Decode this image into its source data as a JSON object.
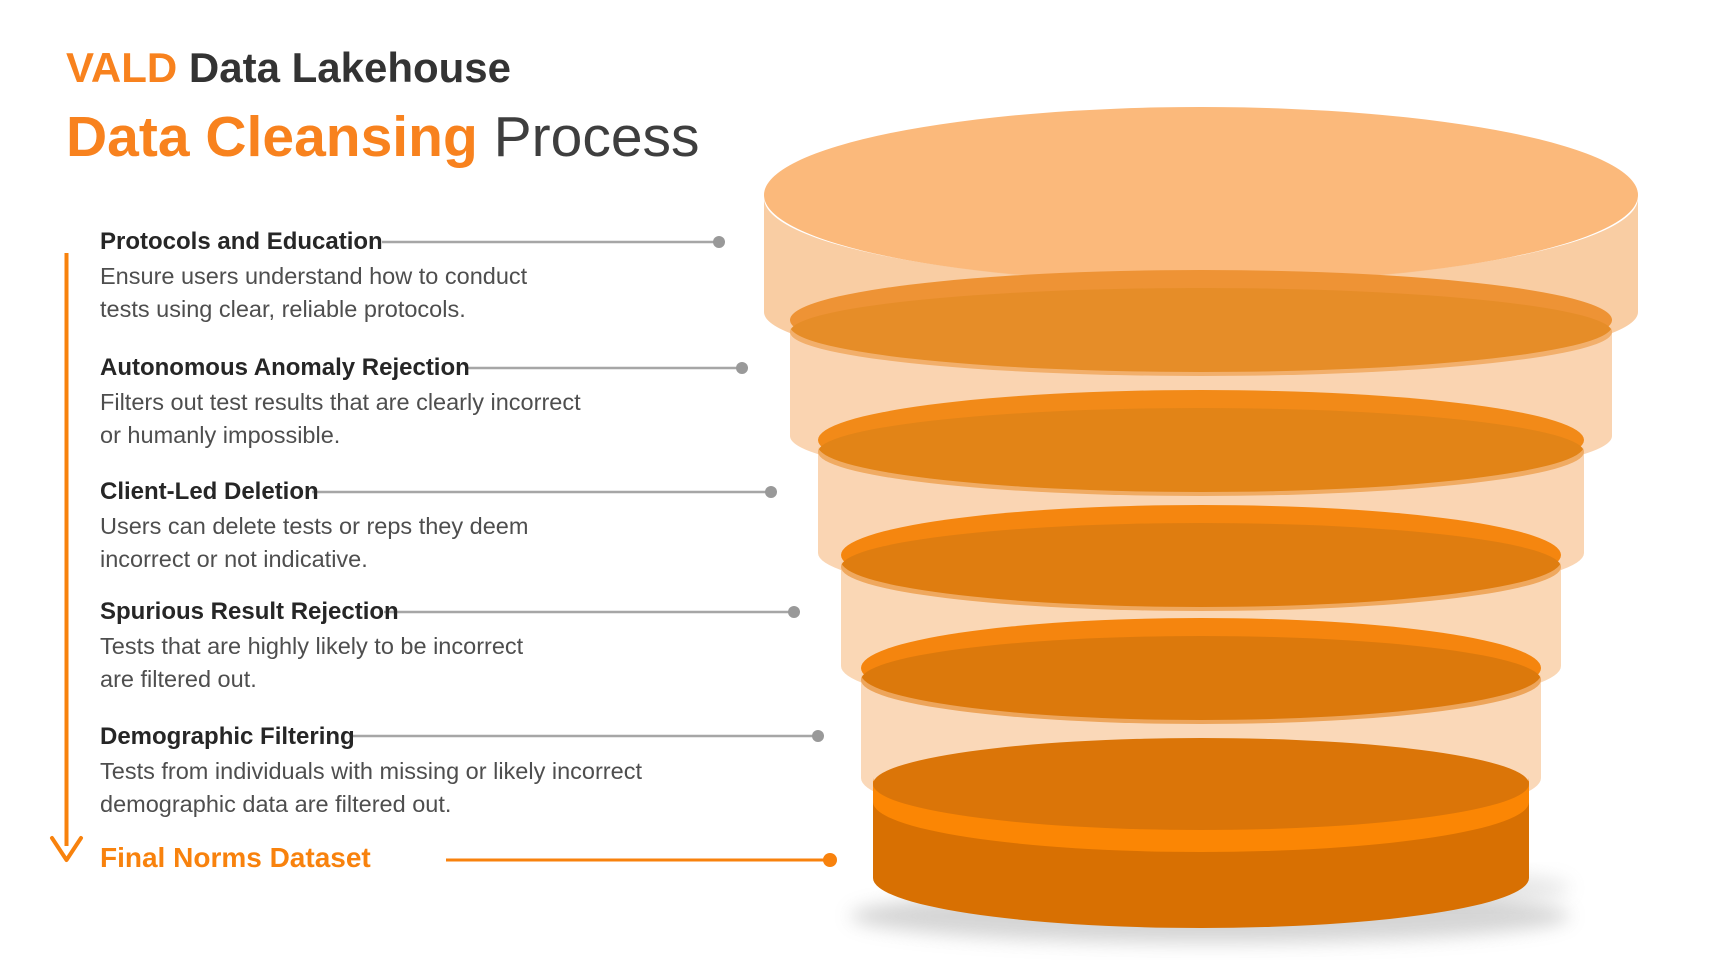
{
  "title": {
    "brand": "VALD",
    "brand_rest": "Data Lakehouse",
    "line2_accent": "Data Cleansing",
    "line2_rest": "Process"
  },
  "steps": [
    {
      "title": "Protocols and Education",
      "desc_line1": "Ensure users understand how to conduct",
      "desc_line2": "tests using clear, reliable protocols."
    },
    {
      "title": "Autonomous Anomaly Rejection",
      "desc_line1": "Filters out test results that are clearly incorrect",
      "desc_line2": "or humanly impossible."
    },
    {
      "title": "Client-Led Deletion",
      "desc_line1": "Users can delete tests or reps they deem",
      "desc_line2": "incorrect or not indicative."
    },
    {
      "title": "Spurious Result Rejection",
      "desc_line1": "Tests that are highly likely to be incorrect",
      "desc_line2": "are filtered out."
    },
    {
      "title": "Demographic Filtering",
      "desc_line1": "Tests from individuals with missing or likely incorrect",
      "desc_line2": "demographic data are filtered out."
    }
  ],
  "final_step": {
    "label": "Final Norms Dataset"
  },
  "colors": {
    "accent_orange": "#F8821E",
    "heading_text": "#262626",
    "body_text": "#4E4E4E",
    "connector_gray": "#A6A6A6",
    "dot_gray": "#999999"
  },
  "funnel": {
    "description": "Six stacked translucent orange disks forming a funnel, one per cleansing stage",
    "layers": [
      {
        "name": "layer-1-protocols-and-education",
        "face_color": "#FBB97B",
        "bright_color": "#FBB97B"
      },
      {
        "name": "layer-2-autonomous-anomaly-rejection",
        "face_color": "#E68D28",
        "bright_color": "#EE9335"
      },
      {
        "name": "layer-3-client-led-deletion",
        "face_color": "#E28417",
        "bright_color": "#F28A18"
      },
      {
        "name": "layer-4-spurious-result-rejection",
        "face_color": "#DF7D10",
        "bright_color": "#F5860F"
      },
      {
        "name": "layer-5-demographic-filtering",
        "face_color": "#DC790C",
        "bright_color": "#F5850E"
      },
      {
        "name": "layer-6-final-norms-dataset",
        "face_color": "#DB7508",
        "bright_color": "#FB8604",
        "body_color": "#D87002"
      }
    ]
  }
}
